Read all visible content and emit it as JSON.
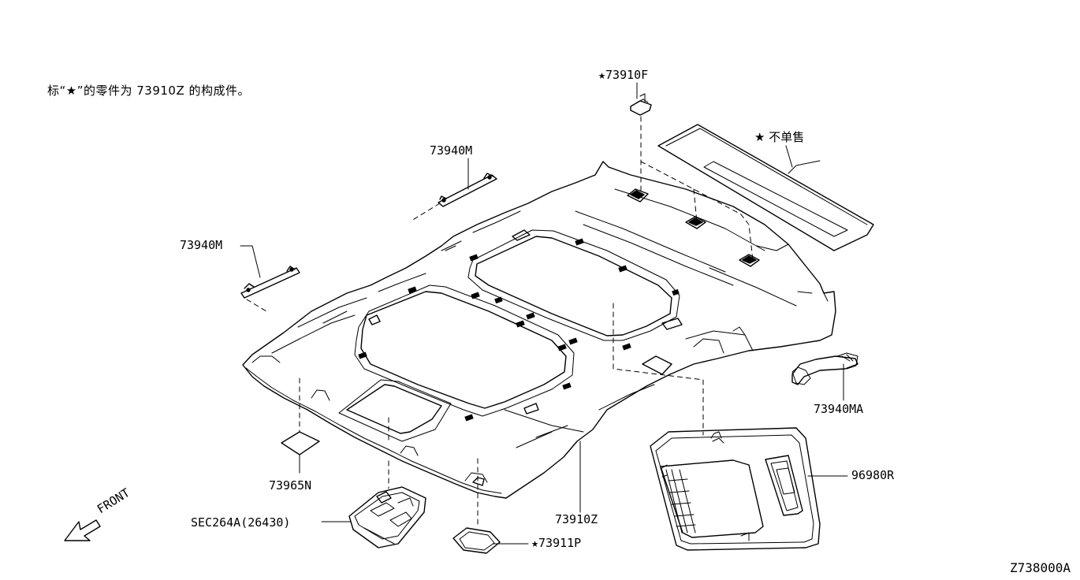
{
  "note": "标“★”的零件为 73910Z 的构成件。",
  "not_sold_label": "★ 不单售",
  "front_label": "FRONT",
  "diagram_code": "Z738000A",
  "parts": {
    "p73910F": "★73910F",
    "p73940M_top": "73940M",
    "p73940M_left": "73940M",
    "p73940MA": "73940MA",
    "p73965N": "73965N",
    "p73910Z": "73910Z",
    "p96980R": "96980R",
    "sec264a": "SEC264A(26430)",
    "p73911P": "73911P",
    "p73911P_star": "★"
  }
}
